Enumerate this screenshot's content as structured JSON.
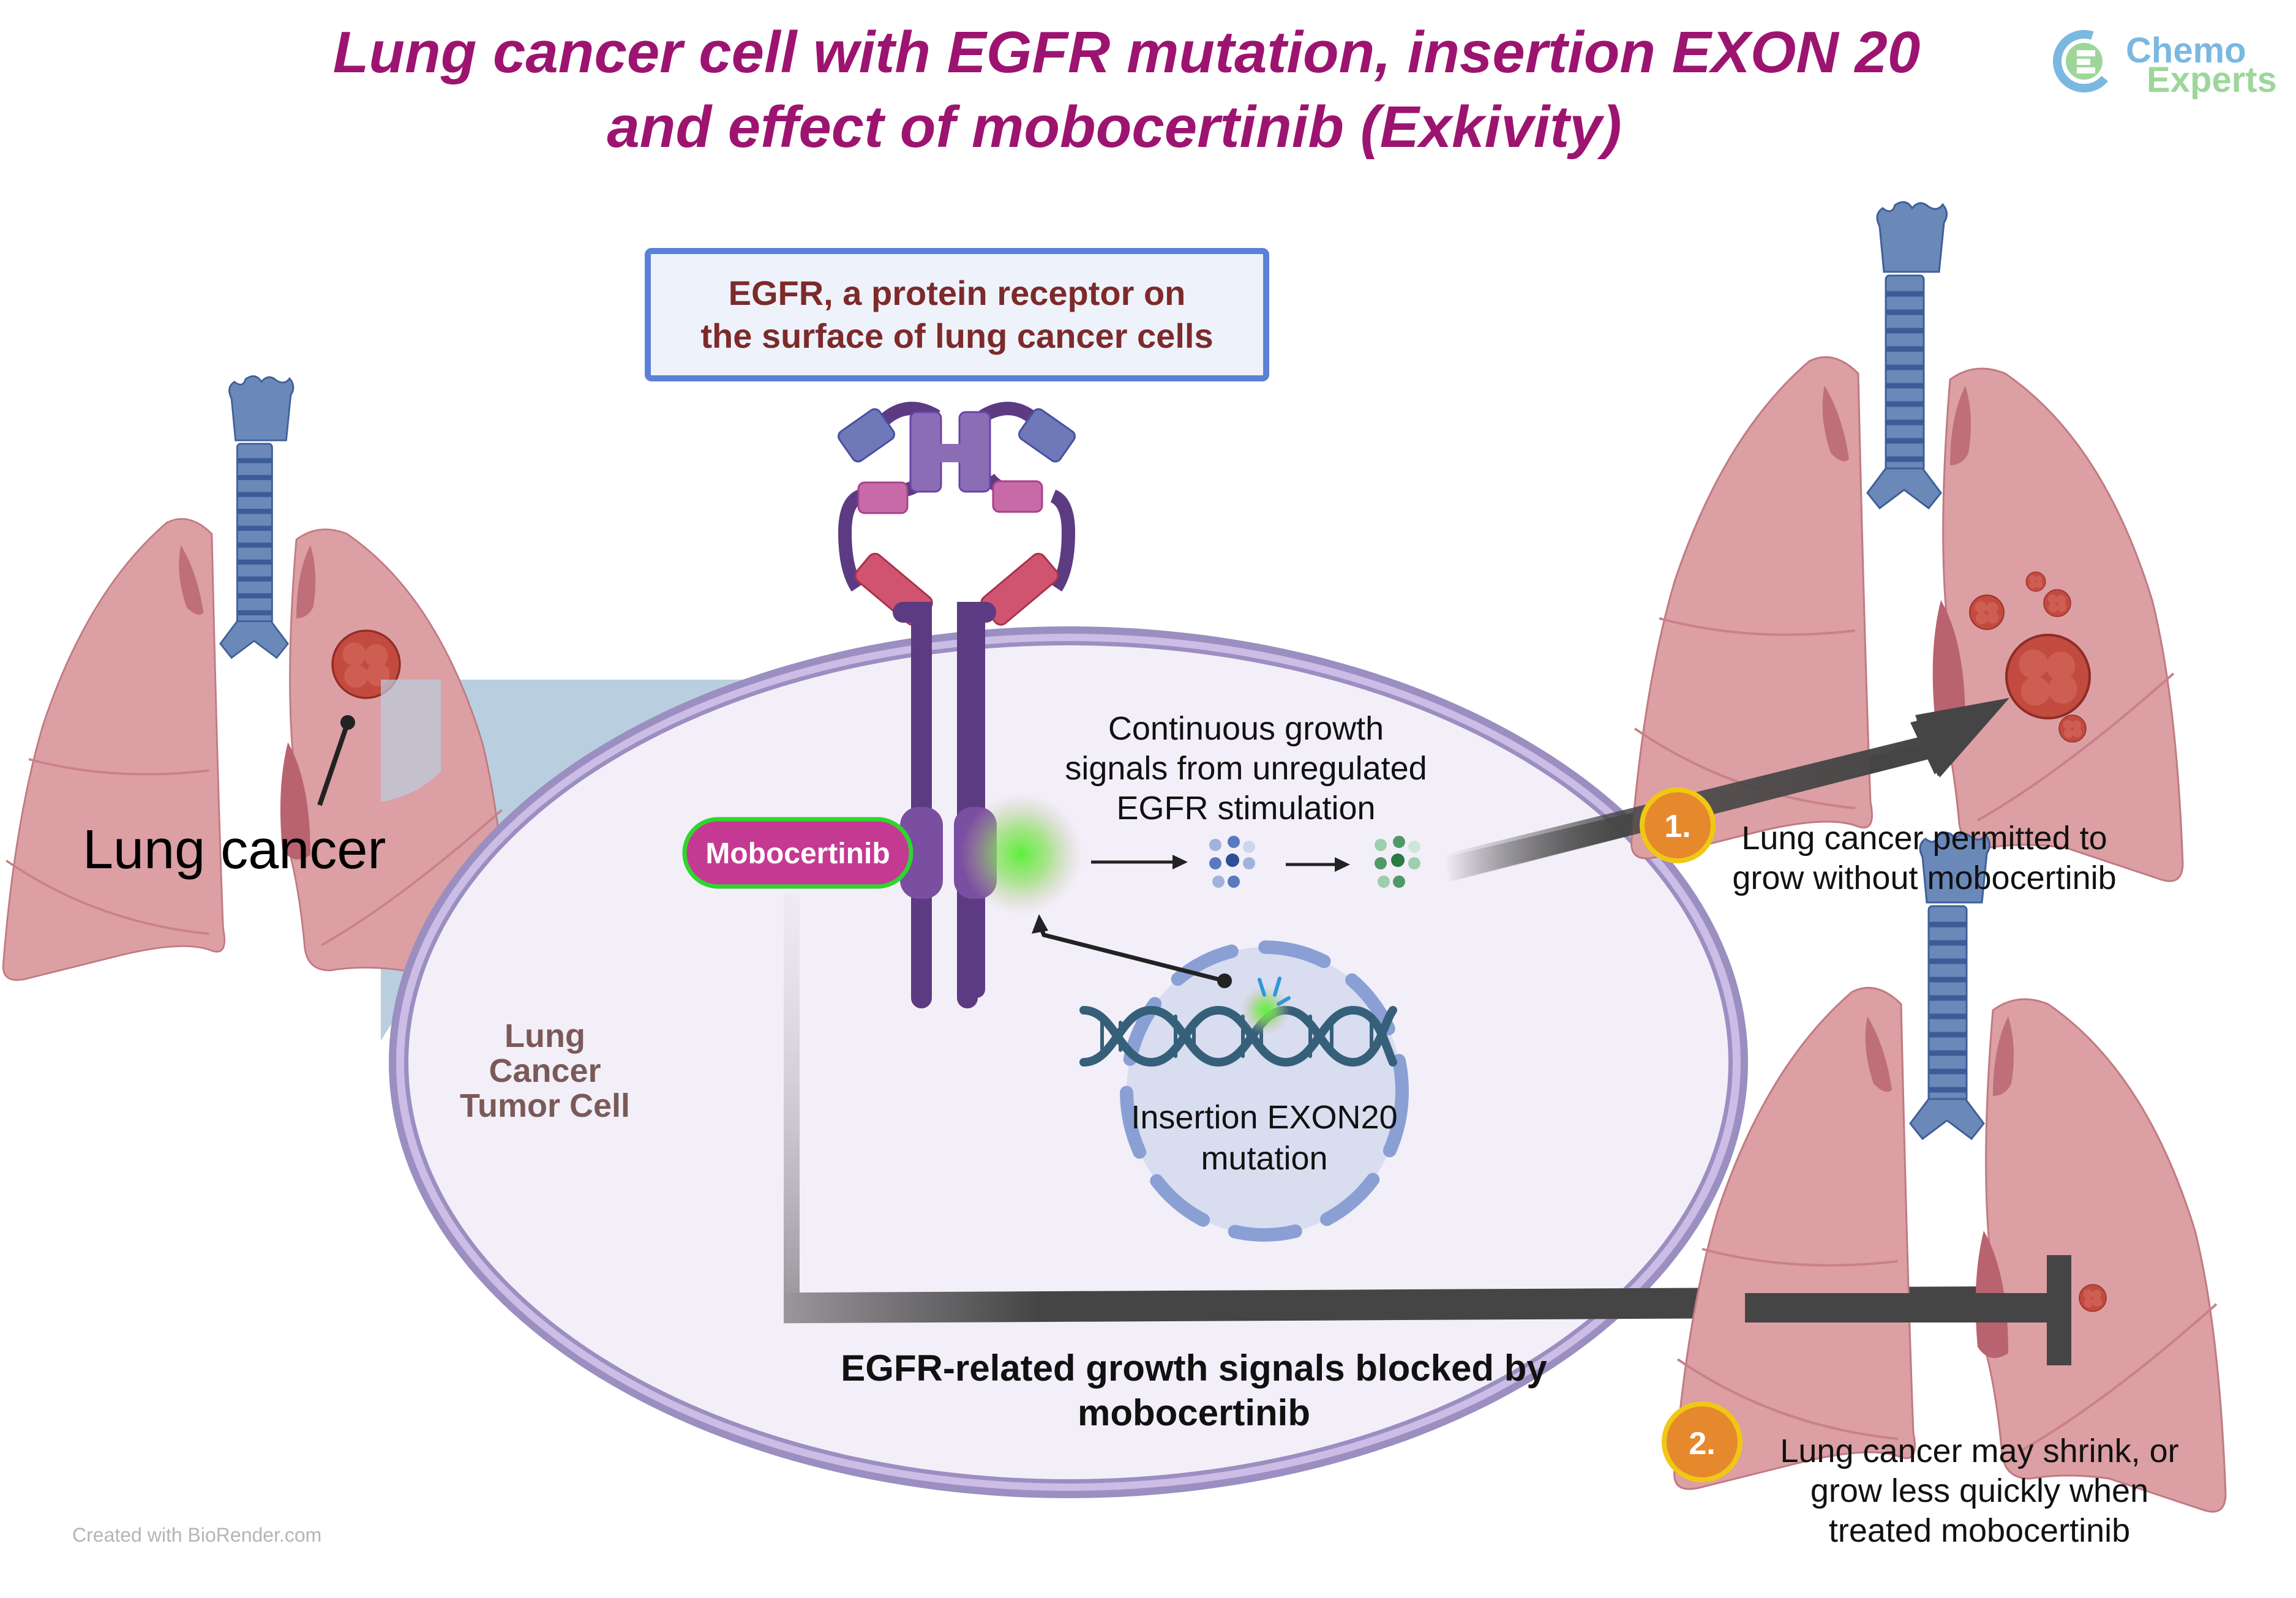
{
  "title": {
    "line1": "Lung cancer cell with EGFR mutation, insertion EXON 20",
    "line2": "and effect of mobocertinib (Exkivity)"
  },
  "logo": {
    "word1": "Chemo",
    "word2": "Experts",
    "icon": "chemo-experts-logo-icon"
  },
  "egfr_box": {
    "line1": "EGFR, a protein receptor on",
    "line2": "the surface of lung cancer cells"
  },
  "left_lung": {
    "label": "Lung cancer"
  },
  "cell": {
    "label_lines": [
      "Lung",
      "Cancer",
      "Tumor Cell"
    ]
  },
  "drug": {
    "label": "Mobocertinib"
  },
  "signal_text": {
    "lines": [
      "Continuous growth",
      "signals from unregulated",
      "EGFR  stimulation"
    ]
  },
  "nucleus": {
    "lines": [
      "Insertion EXON20",
      "mutation"
    ]
  },
  "blocked_text": {
    "lines": [
      "EGFR-related growth signals blocked by",
      "mobocertinib"
    ]
  },
  "outcomes": [
    {
      "badge": "1.",
      "lines": [
        "Lung cancer permitted to",
        "grow without mobocertinib"
      ]
    },
    {
      "badge": "2.",
      "lines": [
        "Lung cancer may shrink, or",
        "grow less quickly when",
        "treated mobocertinib"
      ]
    }
  ],
  "credit": "Created with BioRender.com",
  "colors": {
    "title": "#9c1470",
    "box_border": "#5b80d8",
    "box_fill": "#eef2fb",
    "box_text": "#7d2a2a",
    "cell_fill": "#f3eff9",
    "cell_membrane": "#9b8ec0",
    "receptor": "#5c3b82",
    "drug_fill": "#c43a92",
    "drug_border": "#2ed62e",
    "badge_fill": "#e6892c",
    "badge_border": "#f0c814",
    "arrow": "#454545",
    "lung": "#dc9fa3",
    "tumor": "#c24a3e",
    "trachea": "#6a88b8"
  }
}
